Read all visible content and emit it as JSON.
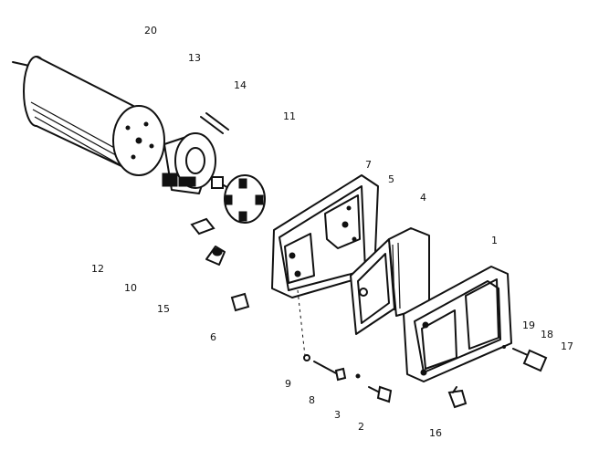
{
  "diagram": {
    "callouts": [
      {
        "id": "c20",
        "text": "20"
      },
      {
        "id": "c13",
        "text": "13"
      },
      {
        "id": "c14",
        "text": "14"
      },
      {
        "id": "c11",
        "text": "11"
      },
      {
        "id": "c7",
        "text": "7"
      },
      {
        "id": "c5",
        "text": "5"
      },
      {
        "id": "c4",
        "text": "4"
      },
      {
        "id": "c1",
        "text": "1"
      },
      {
        "id": "c12",
        "text": "12"
      },
      {
        "id": "c10",
        "text": "10"
      },
      {
        "id": "c15",
        "text": "15"
      },
      {
        "id": "c6",
        "text": "6"
      },
      {
        "id": "c19",
        "text": "19"
      },
      {
        "id": "c18",
        "text": "18"
      },
      {
        "id": "c17",
        "text": "17"
      },
      {
        "id": "c9",
        "text": "9"
      },
      {
        "id": "c8",
        "text": "8"
      },
      {
        "id": "c3",
        "text": "3"
      },
      {
        "id": "c2",
        "text": "2"
      },
      {
        "id": "c16",
        "text": "16"
      }
    ]
  }
}
